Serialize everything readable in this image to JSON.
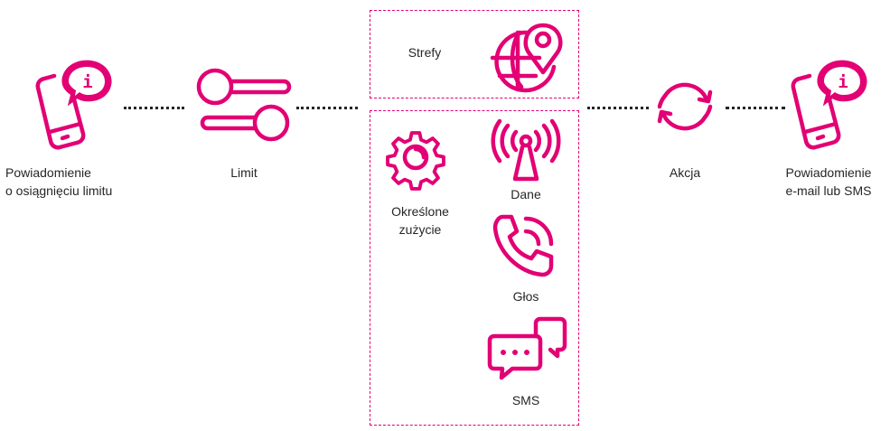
{
  "colors": {
    "accent": "#e20074",
    "text": "#262626",
    "dots": "#262626"
  },
  "nodes": {
    "limit_notification": {
      "label": "Powiadomienie\no osiągnięciu limitu",
      "icon": "phone-info-icon"
    },
    "limit": {
      "label": "Limit",
      "icon": "sliders-icon"
    },
    "zones": {
      "label": "Strefy",
      "icon": "globe-pin-icon"
    },
    "usage": {
      "label": "Określone\nzużycie",
      "icon": "gear-icon"
    },
    "data": {
      "label": "Dane",
      "icon": "antenna-icon"
    },
    "voice": {
      "label": "Głos",
      "icon": "phone-call-icon"
    },
    "sms": {
      "label": "SMS",
      "icon": "chat-bubbles-icon"
    },
    "action": {
      "label": "Akcja",
      "icon": "refresh-icon"
    },
    "email_sms_notification": {
      "label": "Powiadomienie\ne-mail lub SMS",
      "icon": "phone-info-icon"
    }
  },
  "icon_glyphs": {
    "info": "i"
  }
}
